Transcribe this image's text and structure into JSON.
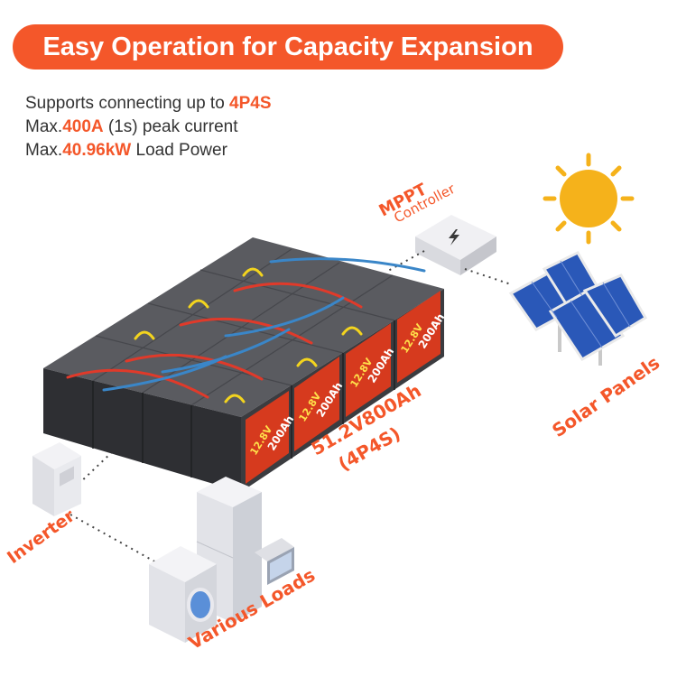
{
  "banner": {
    "title": "Easy Operation for Capacity Expansion"
  },
  "specs": [
    {
      "pre": "Supports connecting up to ",
      "value": "4P4S",
      "post": ""
    },
    {
      "pre": "Max.",
      "value": "400A",
      "post": " (1s) peak current"
    },
    {
      "pre": "Max.",
      "value": "40.96kW",
      "post": " Load Power"
    }
  ],
  "labels": {
    "mppt": "MPPT",
    "controller": "Controller",
    "solar_panels": "Solar Panels",
    "inverter": "Inverter",
    "various_loads": "Various Loads",
    "bank_line1": "51.2V800Ah",
    "bank_line2": "(4P4S)"
  },
  "battery": {
    "voltage": "12.8V",
    "capacity": "200Ah"
  },
  "colors": {
    "accent": "#f4572a",
    "battery_body": "#3b3c40",
    "battery_label": "#d63a1e",
    "cable_red": "#e03a2a",
    "cable_blue": "#3a86c8",
    "cable_yellow": "#f3d41e",
    "sun": "#f5b21b",
    "panel": "#2a58b8"
  }
}
